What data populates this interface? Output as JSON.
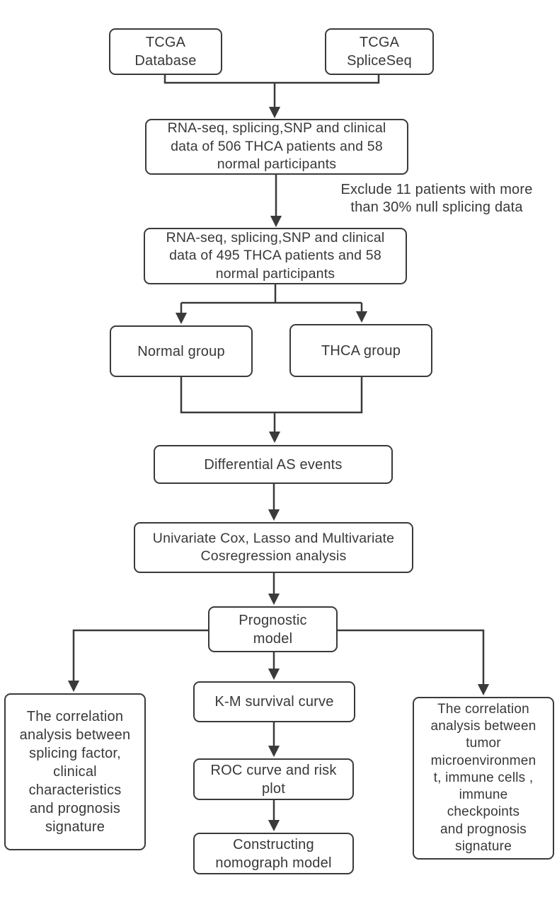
{
  "palette": {
    "stroke": "#3a3a3a",
    "text": "#383838",
    "background": "#ffffff"
  },
  "nodes": {
    "tcga_database": {
      "label": "TCGA\nDatabase"
    },
    "tcga_spliceseq": {
      "label": "TCGA\nSpliceSeq"
    },
    "data_506": {
      "label": "RNA-seq, splicing,SNP and clinical\ndata of 506 THCA patients and 58\nnormal participants"
    },
    "data_495": {
      "label": "RNA-seq, splicing,SNP and clinical\ndata of 495 THCA patients and 58\nnormal participants"
    },
    "normal_group": {
      "label": "Normal group"
    },
    "thca_group": {
      "label": "THCA group"
    },
    "differential_as": {
      "label": "Differential AS events"
    },
    "regression": {
      "label": "Univariate Cox, Lasso and Multivariate\nCosregression analysis"
    },
    "prognostic_model": {
      "label": "Prognostic\nmodel"
    },
    "km_curve": {
      "label": "K-M survival curve"
    },
    "roc_risk": {
      "label": "ROC curve and risk\nplot"
    },
    "nomograph": {
      "label": "Constructing\nnomograph model"
    },
    "splicing_correlation": {
      "label": "The correlation\nanalysis between\nsplicing factor,\nclinical\ncharacteristics\nand prognosis\nsignature"
    },
    "immune_correlation": {
      "label": "The correlation\nanalysis between\ntumor\nmicroenvironmen\nt, immune cells ,\nimmune\ncheckpoints\nand prognosis\nsignature"
    }
  },
  "annotations": {
    "exclude_note": "Exclude 11 patients with more\nthan 30% null splicing data"
  }
}
